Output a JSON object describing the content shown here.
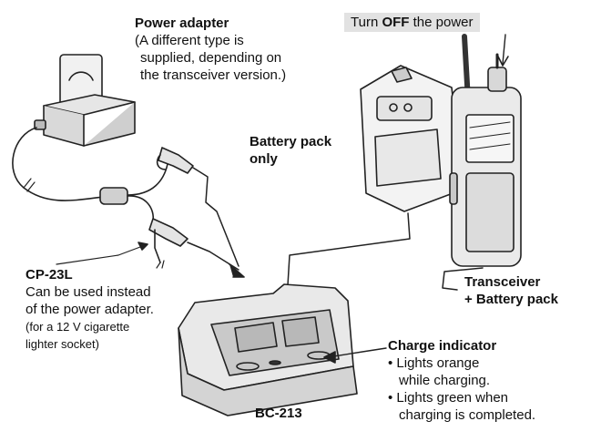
{
  "power_adapter": {
    "title": "Power adapter",
    "note_lines": [
      "(A different type is",
      "supplied, depending on",
      "the transceiver version.)"
    ]
  },
  "power_notice": {
    "prefix": "Turn ",
    "emphasis": "OFF",
    "suffix": " the power"
  },
  "battery_only": {
    "lines": [
      "Battery pack",
      "only"
    ]
  },
  "transceiver": {
    "lines": [
      "Transceiver",
      "+ Battery pack"
    ]
  },
  "cp23l": {
    "title": "CP-23L",
    "lines": [
      "Can be used instead",
      "of the power adapter.",
      "(for a 12 V cigarette",
      "lighter socket)"
    ]
  },
  "charge_indicator": {
    "title": "Charge indicator",
    "items": [
      [
        "• Lights orange",
        "while charging."
      ],
      [
        "• Lights green when",
        "charging is completed."
      ]
    ]
  },
  "charger_model": "BC-213"
}
